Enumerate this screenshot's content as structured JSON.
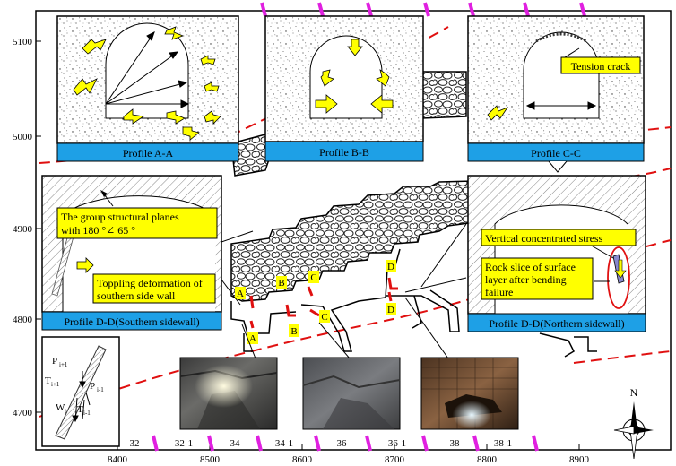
{
  "axes": {
    "y_ticks": [
      "5100",
      "5000",
      "4900",
      "4800",
      "4700"
    ],
    "x_ticks": [
      "8400",
      "8500",
      "8600",
      "8700",
      "8800",
      "8900"
    ],
    "line_numbers": [
      "32",
      "32-1",
      "34",
      "34-1",
      "36",
      "36-1",
      "38",
      "38-1"
    ]
  },
  "profiles": {
    "aa": {
      "caption": "Profile A-A"
    },
    "bb": {
      "caption": "Profile B-B"
    },
    "cc": {
      "caption": "Profile C-C",
      "label": "Tension crack"
    },
    "dd_south": {
      "caption": "Profile D-D(Southern sidewall)",
      "label1_line1": "The group structural planes",
      "label1_line2": "with 180 °∠ 65 °",
      "label2_line1": "Toppling deformation of",
      "label2_line2": "southern side wall"
    },
    "dd_north": {
      "caption": "Profile D-D(Northern sidewall)",
      "label1": "Vertical concentrated stress",
      "label2_line1": "Rock slice of surface",
      "label2_line2": "layer after bending",
      "label2_line3": "failure"
    }
  },
  "section_markers": {
    "a_top": "A",
    "a_bot": "A",
    "b_top": "B",
    "b_bot": "B",
    "c_top": "C",
    "c_bot": "C",
    "d_top": "D",
    "d_bot": "D"
  },
  "force_diagram": {
    "p_top": "P",
    "p_top_sub": "i+1",
    "t_left": "T",
    "t_left_sub": "i+1",
    "p_right": "P",
    "p_right_sub": "i-1",
    "t_bottom": "T",
    "t_bottom_sub": "i-1",
    "w": "W",
    "w_sub": "i"
  },
  "compass": {
    "north": "N"
  },
  "colors": {
    "caption_fill": "#1ea0e6",
    "label_fill": "#ffff00",
    "arrow_fill": "#ffff00",
    "marker_red": "#e01010",
    "survey_magenta": "#e020e0"
  }
}
